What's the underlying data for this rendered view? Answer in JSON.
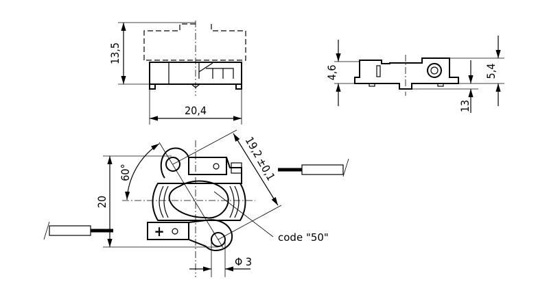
{
  "drawing": {
    "top_view": {
      "height_dim": "13,5",
      "width_dim": "20,4"
    },
    "side_view": {
      "left_height_dim": "4,6",
      "right_height_dim": "5,4",
      "offset_dim": "13"
    },
    "plan_view": {
      "height_dim": "20",
      "hole_distance_dim": "19,2",
      "tolerance": "±0,1",
      "angle_dim": "60°",
      "code_label": "code \"50\"",
      "hole_diameter_dim": "Φ 3",
      "polarity_mark": "+"
    }
  }
}
